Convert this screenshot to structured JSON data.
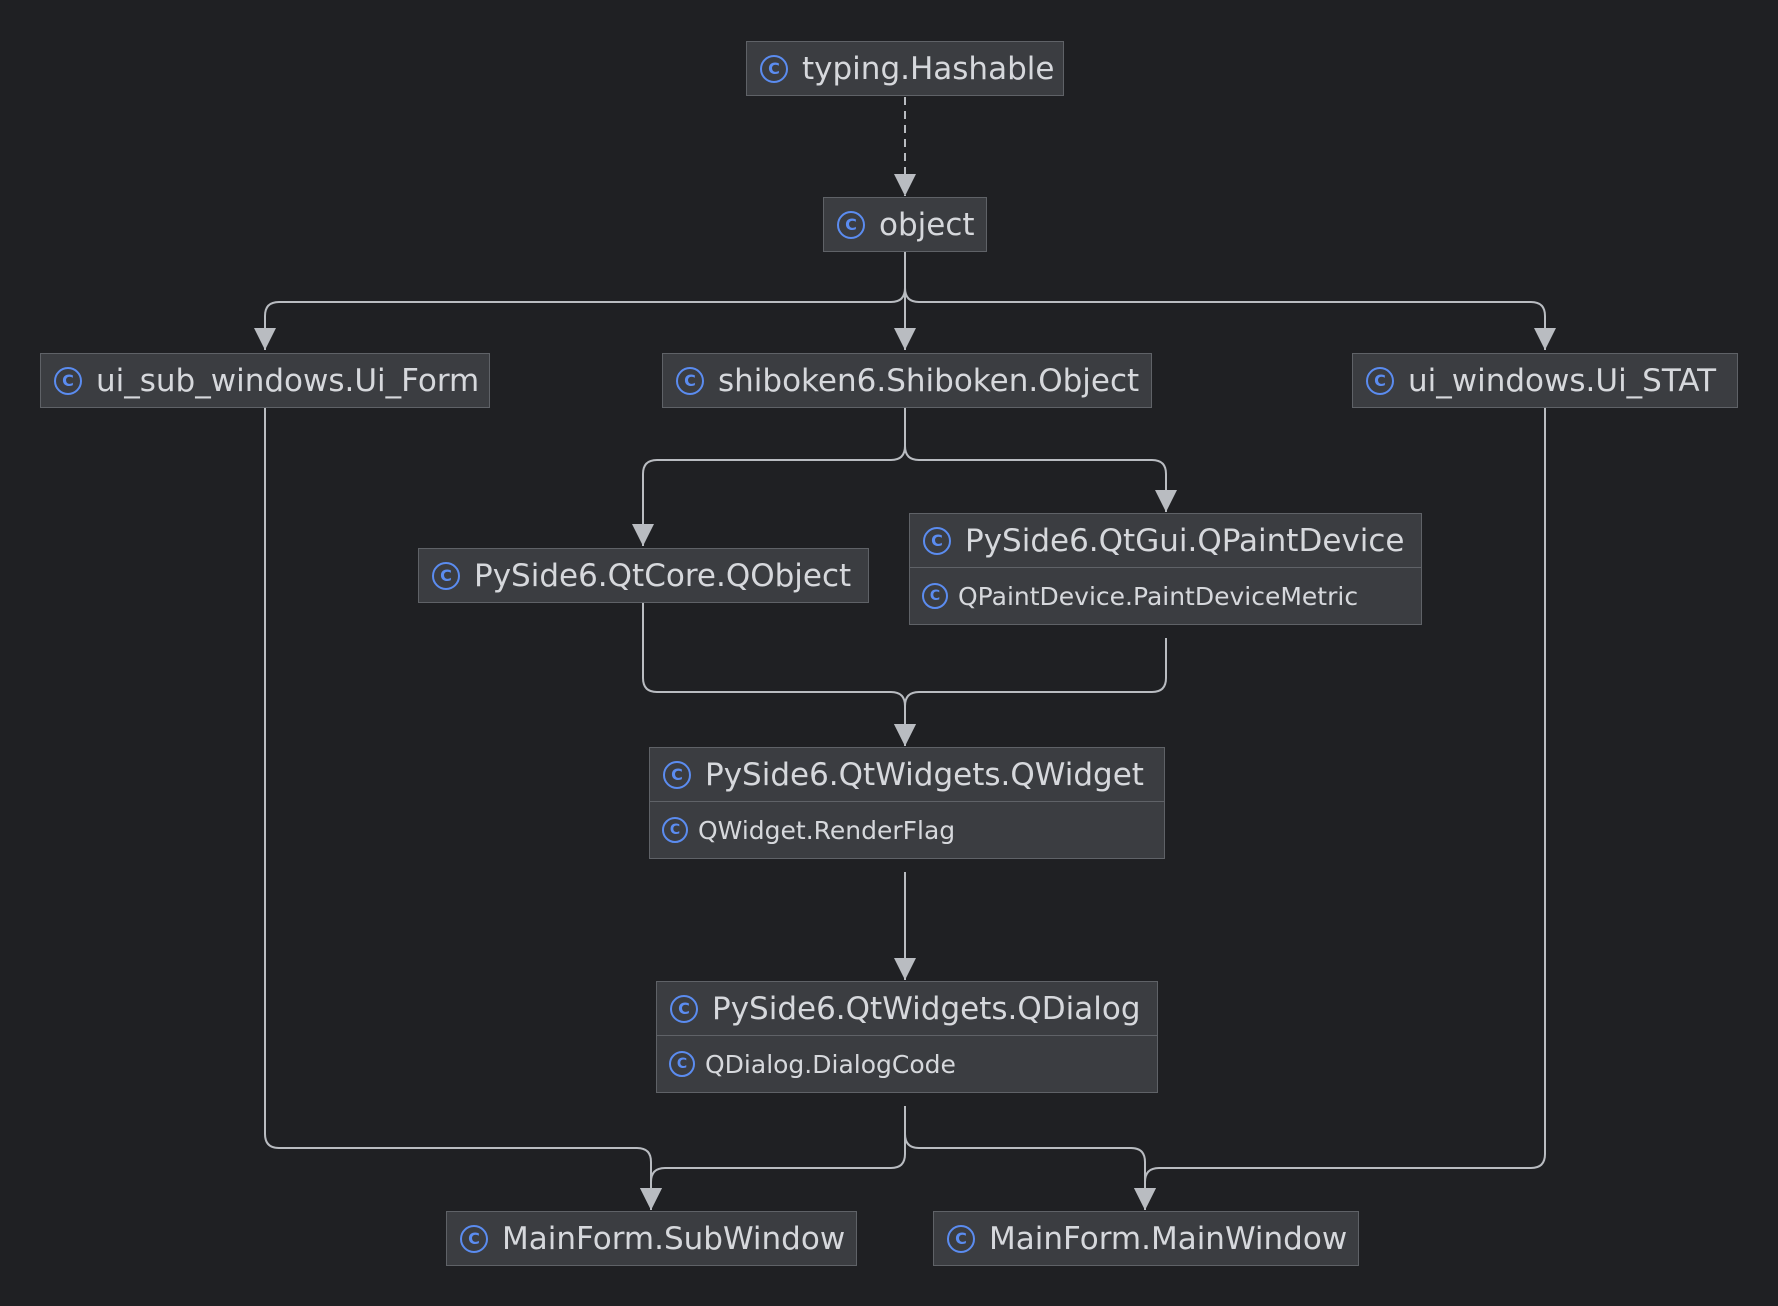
{
  "diagram": {
    "icon_glyph": "C",
    "colors": {
      "background": "#1f2023",
      "node_fill": "#3b3d41",
      "node_border": "#5f6267",
      "edge": "#b9bcc1",
      "icon": "#5b8cf0",
      "text": "#d6d8dc"
    },
    "nodes": {
      "hashable": {
        "label": "typing.Hashable"
      },
      "object": {
        "label": "object"
      },
      "ui_form": {
        "label": "ui_sub_windows.Ui_Form"
      },
      "shiboken": {
        "label": "shiboken6.Shiboken.Object"
      },
      "ui_stat": {
        "label": "ui_windows.Ui_STAT"
      },
      "qobject": {
        "label": "PySide6.QtCore.QObject"
      },
      "qpaintdevice": {
        "label": "PySide6.QtGui.QPaintDevice",
        "member": "QPaintDevice.PaintDeviceMetric"
      },
      "qwidget": {
        "label": "PySide6.QtWidgets.QWidget",
        "member": "QWidget.RenderFlag"
      },
      "qdialog": {
        "label": "PySide6.QtWidgets.QDialog",
        "member": "QDialog.DialogCode"
      },
      "subwindow": {
        "label": "MainForm.SubWindow"
      },
      "mainwindow": {
        "label": "MainForm.MainWindow"
      }
    },
    "edges": [
      {
        "from": "typing.Hashable",
        "to": "object",
        "style": "dashed"
      },
      {
        "from": "object",
        "to": "ui_sub_windows.Ui_Form",
        "style": "solid"
      },
      {
        "from": "object",
        "to": "shiboken6.Shiboken.Object",
        "style": "solid"
      },
      {
        "from": "object",
        "to": "ui_windows.Ui_STAT",
        "style": "solid"
      },
      {
        "from": "shiboken6.Shiboken.Object",
        "to": "PySide6.QtCore.QObject",
        "style": "solid"
      },
      {
        "from": "shiboken6.Shiboken.Object",
        "to": "PySide6.QtGui.QPaintDevice",
        "style": "solid"
      },
      {
        "from": "PySide6.QtCore.QObject",
        "to": "PySide6.QtWidgets.QWidget",
        "style": "solid"
      },
      {
        "from": "PySide6.QtGui.QPaintDevice",
        "to": "PySide6.QtWidgets.QWidget",
        "style": "solid"
      },
      {
        "from": "PySide6.QtWidgets.QWidget",
        "to": "PySide6.QtWidgets.QDialog",
        "style": "solid"
      },
      {
        "from": "PySide6.QtWidgets.QDialog",
        "to": "MainForm.SubWindow",
        "style": "solid"
      },
      {
        "from": "PySide6.QtWidgets.QDialog",
        "to": "MainForm.MainWindow",
        "style": "solid"
      },
      {
        "from": "ui_sub_windows.Ui_Form",
        "to": "MainForm.SubWindow",
        "style": "solid"
      },
      {
        "from": "ui_windows.Ui_STAT",
        "to": "MainForm.MainWindow",
        "style": "solid"
      }
    ]
  }
}
